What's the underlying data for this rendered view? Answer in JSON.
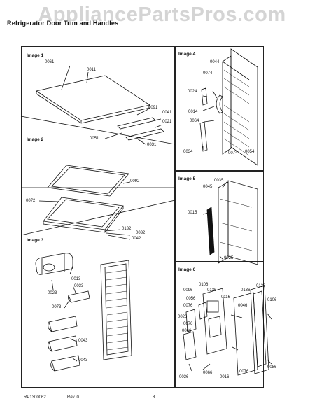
{
  "watermark": "AppliancePartsPros.com",
  "title": "Refrigerator Door Trim and Handles",
  "sections": {
    "image1": {
      "label": "Image 1",
      "parts": [
        "0061",
        "0011",
        "0091",
        "0041",
        "0021",
        "0051",
        "0031"
      ]
    },
    "image2": {
      "label": "Image 2",
      "parts": [
        "0092",
        "0072",
        "0132",
        "0032",
        "0042"
      ]
    },
    "image3": {
      "label": "Image 3",
      "parts": [
        "0013",
        "0033",
        "0023",
        "0073",
        "0043",
        "0043"
      ]
    },
    "image4": {
      "label": "Image 4",
      "parts": [
        "0044",
        "0074",
        "0024",
        "0014",
        "0064",
        "0034",
        "0074",
        "0054"
      ]
    },
    "image5": {
      "label": "Image 5",
      "parts": [
        "0035",
        "0045",
        "0015",
        "0025"
      ]
    },
    "image6": {
      "label": "Image 6",
      "parts": [
        "0106",
        "0096",
        "0136",
        "0116",
        "0136",
        "0126",
        "0056",
        "0046",
        "0106",
        "0076",
        "0026",
        "0076",
        "0066",
        "0036",
        "0066",
        "0016",
        "0076",
        "0086"
      ]
    }
  },
  "footer": {
    "doc_number": "RP1300062",
    "revision": "Rev. 0",
    "page": "8"
  }
}
